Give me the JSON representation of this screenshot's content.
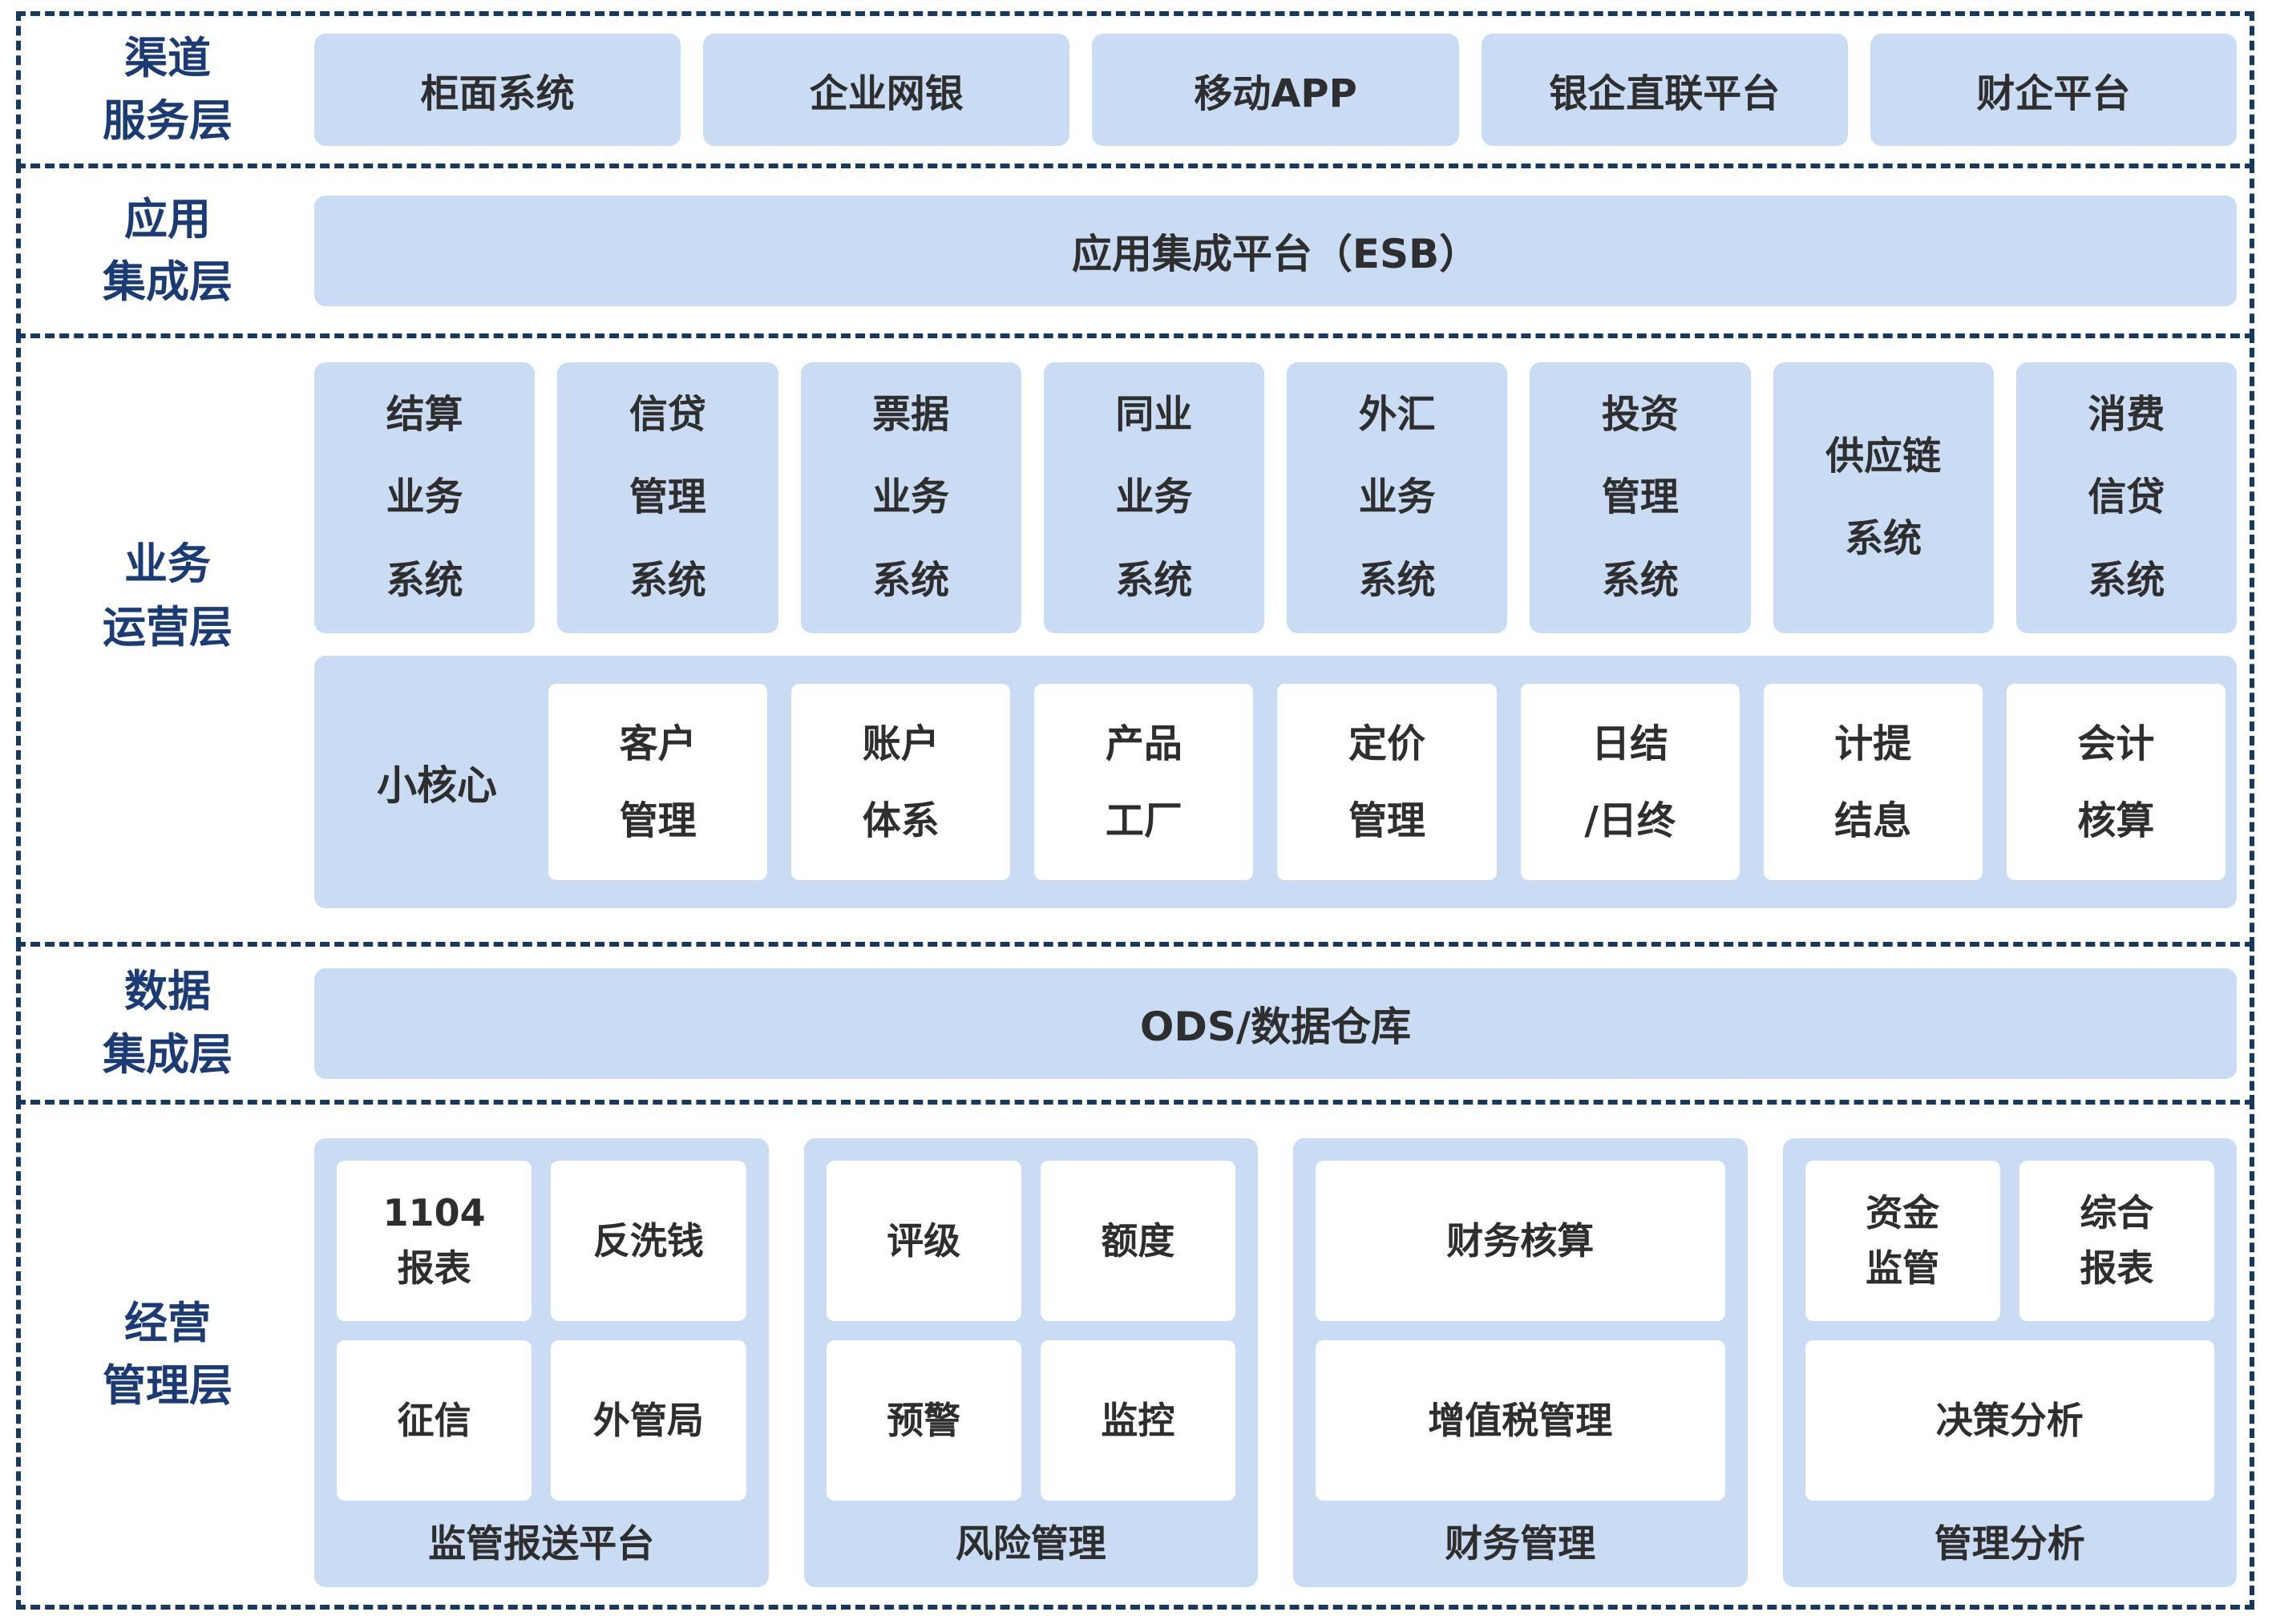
{
  "colors": {
    "border_navy": "#17395f",
    "label_navy": "#1b3b77",
    "box_fill_blue": "#c9dcf4",
    "box_text": "#2e2e2e",
    "inner_box_fill": "#ffffff"
  },
  "layer1": {
    "label": "渠道\n服务层",
    "boxes": [
      "柜面系统",
      "企业网银",
      "移动APP",
      "银企直联平台",
      "财企平台"
    ]
  },
  "layer2": {
    "label": "应用\n集成层",
    "platform": "应用集成平台（ESB）"
  },
  "layer3": {
    "label": "业务\n运营层",
    "systems": [
      "结算\n业务\n系统",
      "信贷\n管理\n系统",
      "票据\n业务\n系统",
      "同业\n业务\n系统",
      "外汇\n业务\n系统",
      "投资\n管理\n系统",
      "供应链\n系统",
      "消费\n信贷\n系统"
    ],
    "core": {
      "label": "小核心",
      "modules": [
        "客户\n管理",
        "账户\n体系",
        "产品\n工厂",
        "定价\n管理",
        "日结\n/日终",
        "计提\n结息",
        "会计\n核算"
      ]
    }
  },
  "layer4": {
    "label": "数据\n集成层",
    "platform": "ODS/数据仓库"
  },
  "layer5": {
    "label": "经营\n管理层",
    "groups": [
      {
        "caption": "监管报送平台",
        "boxes": [
          "1104\n报表",
          "反洗钱",
          "征信",
          "外管局"
        ]
      },
      {
        "caption": "风险管理",
        "boxes": [
          "评级",
          "额度",
          "预警",
          "监控"
        ]
      },
      {
        "caption": "财务管理",
        "boxes": [
          "财务核算",
          "增值税管理"
        ]
      },
      {
        "caption": "管理分析",
        "boxes": [
          "资金\n监管",
          "综合\n报表",
          "决策分析"
        ]
      }
    ]
  }
}
